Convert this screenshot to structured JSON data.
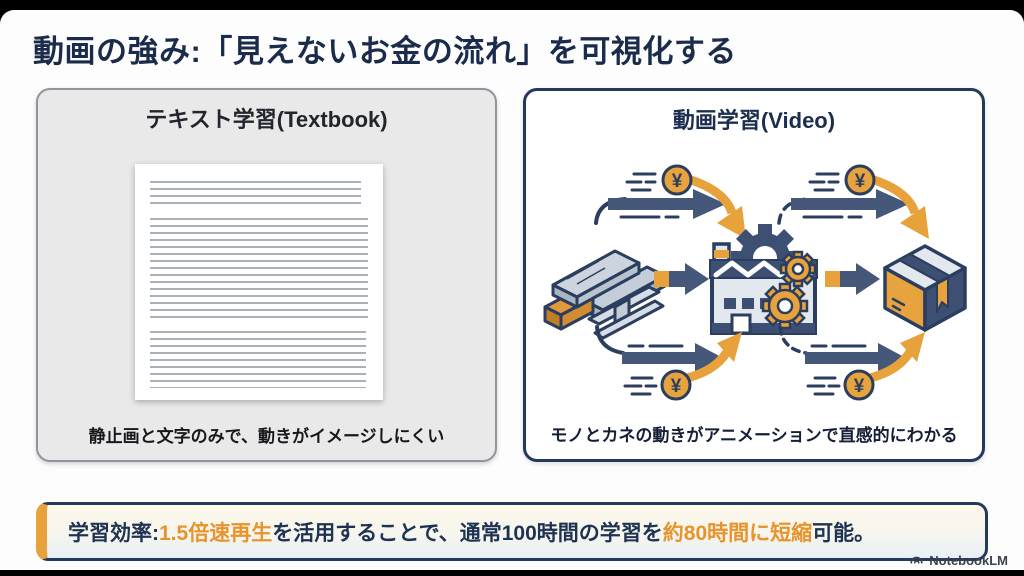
{
  "slide": {
    "title": "動画の強み:「見えないお金の流れ」を可視化する",
    "left_panel": {
      "title": "テキスト学習(Textbook)",
      "caption": "静止画と文字のみで、動きがイメージしにくい"
    },
    "right_panel": {
      "title": "動画学習(Video)",
      "caption": "モノとカネの動きがアニメーションで直感的にわかる",
      "diagram": {
        "yen": "¥"
      }
    },
    "footer": {
      "segments": [
        {
          "text": "学習効率:",
          "accent": false
        },
        {
          "text": "1.5倍速再生",
          "accent": true
        },
        {
          "text": "を活用することで、通常100時間の学習を",
          "accent": false
        },
        {
          "text": "約80時間に短縮",
          "accent": true
        },
        {
          "text": "可能。",
          "accent": false
        }
      ]
    },
    "brand": "NotebookLM"
  },
  "colors": {
    "outline_navy": "#2c3e5f",
    "arrow_slate": "#46587a",
    "fill_navy": "#3d5073",
    "orange": "#e8a23c",
    "accent_text_orange": "#e8942c",
    "panel_gray": "#e9e9ea",
    "footer_border_navy": "#24395c"
  },
  "icons": {
    "yen_coin": "circled ¥",
    "speed_lines": "motion dashes",
    "curved_arrow": "orange swoosh arrow",
    "raw_materials": "steel beams and lumber",
    "factory": "factory with gears",
    "package": "isometric shipping box",
    "brand_logo": "notebooklm concentric arcs"
  }
}
